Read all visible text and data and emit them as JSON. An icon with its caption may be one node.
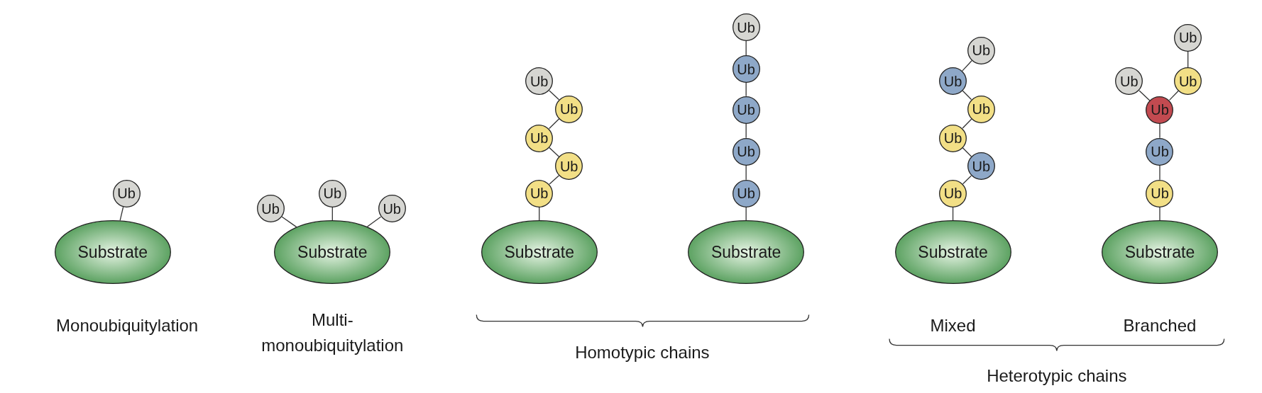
{
  "diagram": {
    "nodes": [
      {
        "text": [
          "Substrate"
        ]
      },
      {
        "text": [
          "Ub"
        ]
      },
      {
        "text": [
          "Substrate"
        ]
      },
      {
        "text": [
          "Ub"
        ]
      },
      {
        "text": [
          "Ub"
        ]
      },
      {
        "text": [
          "Ub"
        ]
      },
      {
        "text": [
          "Substrate"
        ]
      },
      {
        "text": [
          "Ub"
        ]
      },
      {
        "text": [
          "Ub"
        ]
      },
      {
        "text": [
          "Ub"
        ]
      },
      {
        "text": [
          "Ub"
        ]
      },
      {
        "text": [
          "Ub"
        ]
      },
      {
        "text": [
          "Substrate"
        ]
      },
      {
        "text": [
          "Ub"
        ]
      },
      {
        "text": [
          "Ub"
        ]
      },
      {
        "text": [
          "Ub"
        ]
      },
      {
        "text": [
          "Ub"
        ]
      },
      {
        "text": [
          "Ub"
        ]
      },
      {
        "text": [
          "Substrate"
        ]
      },
      {
        "text": [
          "Ub"
        ]
      },
      {
        "text": [
          "Ub"
        ]
      },
      {
        "text": [
          "Ub"
        ]
      },
      {
        "text": [
          "Ub"
        ]
      },
      {
        "text": [
          "Ub"
        ]
      },
      {
        "text": [
          "Ub"
        ]
      },
      {
        "text": [
          "Substrate"
        ]
      },
      {
        "text": [
          "Ub"
        ]
      },
      {
        "text": [
          "Ub"
        ]
      },
      {
        "text": [
          "Ub"
        ]
      },
      {
        "text": [
          "Ub"
        ]
      },
      {
        "text": [
          "Ub"
        ]
      },
      {
        "text": [
          "Ub"
        ]
      }
    ],
    "edges": [
      {
        "from": 1,
        "to": 0,
        "arrow": "none"
      },
      {
        "from": 3,
        "to": 2,
        "arrow": "none"
      },
      {
        "from": 4,
        "to": 2,
        "arrow": "none"
      },
      {
        "from": 5,
        "to": 2,
        "arrow": "none"
      },
      {
        "from": 7,
        "to": 6,
        "arrow": "none"
      },
      {
        "from": 8,
        "to": 7,
        "arrow": "none"
      },
      {
        "from": 9,
        "to": 8,
        "arrow": "none"
      },
      {
        "from": 10,
        "to": 9,
        "arrow": "none"
      },
      {
        "from": 11,
        "to": 10,
        "arrow": "none"
      },
      {
        "from": 13,
        "to": 12,
        "arrow": "none"
      },
      {
        "from": 14,
        "to": 13,
        "arrow": "none"
      },
      {
        "from": 15,
        "to": 14,
        "arrow": "none"
      },
      {
        "from": 16,
        "to": 15,
        "arrow": "none"
      },
      {
        "from": 17,
        "to": 16,
        "arrow": "none"
      },
      {
        "from": 19,
        "to": 18,
        "arrow": "none"
      },
      {
        "from": 20,
        "to": 19,
        "arrow": "none"
      },
      {
        "from": 21,
        "to": 20,
        "arrow": "none"
      },
      {
        "from": 22,
        "to": 21,
        "arrow": "none"
      },
      {
        "from": 23,
        "to": 22,
        "arrow": "none"
      },
      {
        "from": 24,
        "to": 23,
        "arrow": "none"
      },
      {
        "from": 26,
        "to": 25,
        "arrow": "none"
      },
      {
        "from": 27,
        "to": 26,
        "arrow": "none"
      },
      {
        "from": 28,
        "to": 27,
        "arrow": "none"
      },
      {
        "from": 29,
        "to": 28,
        "arrow": "none"
      },
      {
        "from": 30,
        "to": 28,
        "arrow": "none"
      },
      {
        "from": 31,
        "to": 30,
        "arrow": "none"
      }
    ],
    "labels": [
      "Monoubiquitylation",
      "Multi- monoubiquitylation",
      "Mixed",
      "Branched",
      "Homotypic chains",
      "Heterotypic chains"
    ]
  }
}
